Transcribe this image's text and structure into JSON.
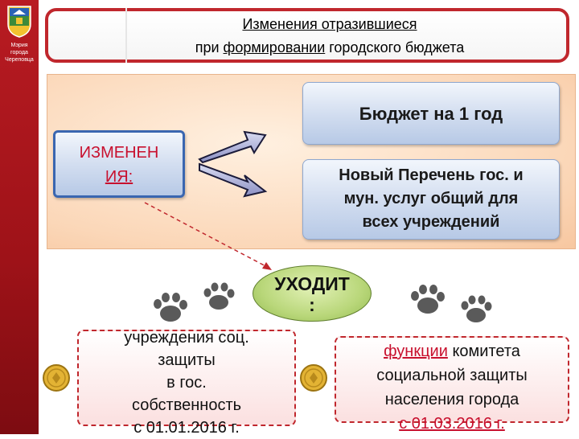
{
  "logo": {
    "caption_lines": [
      "Мэрия",
      "города",
      "Череповца"
    ]
  },
  "header": {
    "line1": "Изменения отразившиеся",
    "line2_before": "при ",
    "line2_underlined": "формировании",
    "line2_after": " городского бюджета"
  },
  "changes_box": {
    "line1": "ИЗМЕНЕН",
    "line2": "ИЯ:"
  },
  "budget_box": {
    "label": "Бюджет на 1 год"
  },
  "registry_box": {
    "lines": [
      "Новый Перечень гос. и",
      "мун. услуг общий для",
      "всех учреждений"
    ]
  },
  "leaves": {
    "line1": "УХОДИТ",
    "line2": ":"
  },
  "social_box": {
    "lines": [
      "учреждения соц.",
      "защиты",
      "в гос.",
      "собственность",
      "с 01.01.2016 г."
    ]
  },
  "functions_box": {
    "line1_underlined": "функции",
    "line1_rest": " комитета",
    "line2": "социальной защиты",
    "line3": "населения города",
    "line4": "с 01.03.2016 г."
  },
  "colors": {
    "accent_red": "#c0272d",
    "box_blue": "#b7c9e6",
    "panel_peach": "#fbd7b8",
    "ellipse_green": "#b9d77a"
  },
  "icons": [
    "city-coat-of-arms",
    "arrow-right-icon",
    "paw-prints-icon",
    "gold-coin-icon"
  ]
}
